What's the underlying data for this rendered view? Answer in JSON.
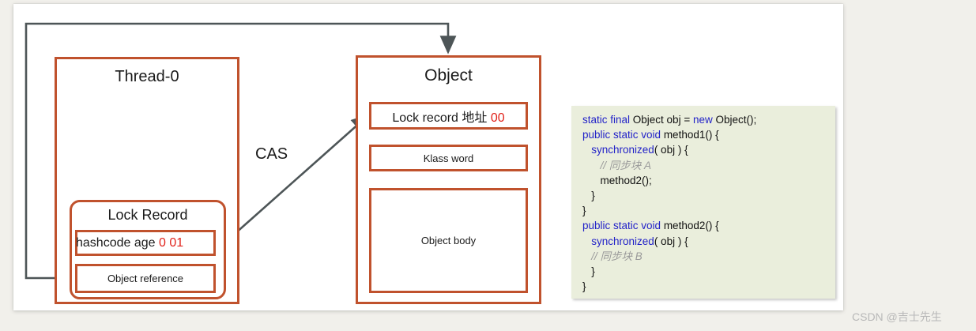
{
  "diagram": {
    "thread": {
      "title": "Thread-0",
      "lock_record": {
        "title": "Lock Record",
        "rows": [
          {
            "label": "hashcode age ",
            "value": "0 01"
          },
          {
            "label": "Object reference",
            "value": ""
          }
        ]
      }
    },
    "object": {
      "title": "Object",
      "rows": [
        {
          "label": "Lock record 地址 ",
          "value": "00"
        },
        {
          "label": "Klass word",
          "value": ""
        },
        {
          "label": "Object body",
          "value": ""
        }
      ]
    },
    "cas_label": "CAS",
    "code": {
      "lines": [
        [
          {
            "t": "static final ",
            "s": "kw"
          },
          {
            "t": "Object obj = ",
            "s": "id"
          },
          {
            "t": "new ",
            "s": "kw"
          },
          {
            "t": "Object();",
            "s": "id"
          }
        ],
        [
          {
            "t": "public static void ",
            "s": "kw"
          },
          {
            "t": "method1() {",
            "s": "id"
          }
        ],
        [
          {
            "t": "   ",
            "s": "id"
          },
          {
            "t": "synchronized",
            "s": "kw"
          },
          {
            "t": "( obj ) {",
            "s": "id"
          }
        ],
        [
          {
            "t": "      ",
            "s": "id"
          },
          {
            "t": "// 同步块 A",
            "s": "cmt"
          }
        ],
        [
          {
            "t": "      method2();",
            "s": "id"
          }
        ],
        [
          {
            "t": "   }",
            "s": "id"
          }
        ],
        [
          {
            "t": "}",
            "s": "id"
          }
        ],
        [
          {
            "t": "public static void ",
            "s": "kw"
          },
          {
            "t": "method2() {",
            "s": "id"
          }
        ],
        [
          {
            "t": "   ",
            "s": "id"
          },
          {
            "t": "synchronized",
            "s": "kw"
          },
          {
            "t": "( obj ) {",
            "s": "id"
          }
        ],
        [
          {
            "t": "   ",
            "s": "id"
          },
          {
            "t": "// 同步块 B",
            "s": "cmt"
          }
        ],
        [
          {
            "t": "   }",
            "s": "id"
          }
        ],
        [
          {
            "t": "}",
            "s": "id"
          }
        ]
      ]
    },
    "colors": {
      "box_border": "#c0522d",
      "accent_red": "#e1231b",
      "keyword_blue": "#2323c8",
      "comment_gray": "#9a9a9a",
      "connector_gray": "#4d5557",
      "code_bg": "#eaeedc",
      "page_bg": "#f1f0eb"
    }
  },
  "watermark": "CSDN @吉士先生"
}
